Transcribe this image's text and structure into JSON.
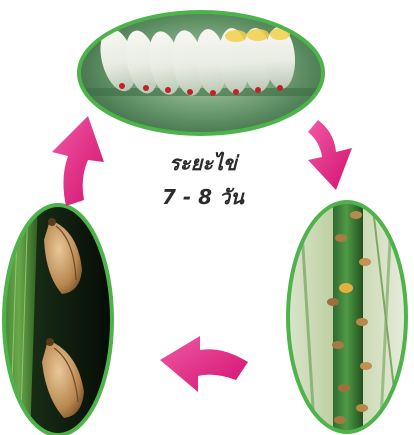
{
  "stage_label": {
    "line1": "ระยะไข่",
    "line2": "7 - 8 วัน"
  },
  "panels": [
    {
      "name": "egg-cluster-photo"
    },
    {
      "name": "nymphs-on-stem-photo"
    },
    {
      "name": "adult-planthoppers-photo"
    }
  ],
  "arrows": [
    {
      "name": "arrow-eggs-to-nymphs",
      "color": "#e5197f"
    },
    {
      "name": "arrow-nymphs-to-adults",
      "color": "#e5197f"
    },
    {
      "name": "arrow-adults-to-eggs",
      "color": "#e5197f"
    }
  ],
  "colors": {
    "frame_green": "#4db34a",
    "arrow_magenta": "#e5197f"
  }
}
